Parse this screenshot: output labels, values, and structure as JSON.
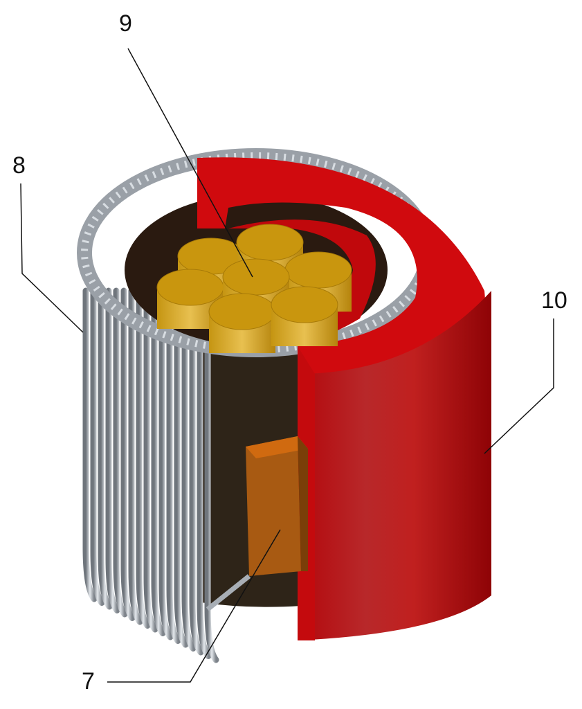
{
  "labels": {
    "part_7": "7",
    "part_8": "8",
    "part_9": "9",
    "part_10": "10"
  },
  "colors": {
    "coil": "#aab0b8",
    "core": "#2e2418",
    "shell": "#c8070b",
    "rods": "#c9960e",
    "block": "#a85a12"
  }
}
